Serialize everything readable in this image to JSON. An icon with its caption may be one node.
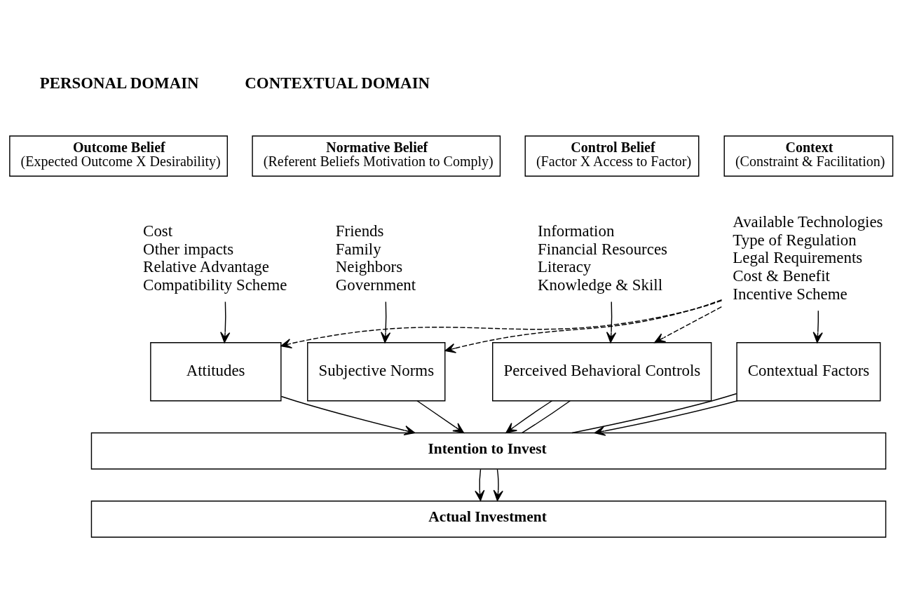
{
  "diagram": {
    "nodes": [
      {
        "text": [
          "Outcome Belief",
          "(Expected Outcome X Desirability)"
        ]
      },
      {
        "text": [
          "Normative Belief",
          "(Referent Beliefs Motivation to Comply)"
        ]
      },
      {
        "text": [
          "Control Belief",
          "(Factor X Access to Factor)"
        ]
      },
      {
        "text": [
          "Context",
          "(Constraint & Facilitation)"
        ]
      },
      {
        "text": [
          "Cost",
          "Other impacts",
          "Relative Advantage",
          "Compatibility Scheme"
        ]
      },
      {
        "text": [
          "Friends",
          "Family",
          "Neighbors",
          "Government"
        ]
      },
      {
        "text": [
          "Information",
          "Financial Resources",
          "Literacy",
          "Knowledge & Skill"
        ]
      },
      {
        "text": [
          "Available Technologies",
          "Type of Regulation",
          "Legal Requirements",
          "Cost & Benefit",
          "Incentive Scheme"
        ]
      },
      {
        "text": [
          "Attitudes"
        ]
      },
      {
        "text": [
          "Subjective Norms"
        ]
      },
      {
        "text": [
          "Perceived Behavioral Controls"
        ]
      },
      {
        "text": [
          "Contextual Factors"
        ]
      },
      {
        "text": [
          "Intention to Invest"
        ]
      },
      {
        "text": [
          "Actual Investment"
        ]
      }
    ],
    "edges": [
      {
        "from": 4,
        "to": 8,
        "arrow": "to"
      },
      {
        "from": 5,
        "to": 9,
        "arrow": "to"
      },
      {
        "from": 6,
        "to": 10,
        "arrow": "to"
      },
      {
        "from": 7,
        "to": 11,
        "arrow": "to"
      },
      {
        "from": 7,
        "to": 8,
        "arrow": "to",
        "style": "dashed"
      },
      {
        "from": 7,
        "to": 9,
        "arrow": "to",
        "style": "dashed"
      },
      {
        "from": 7,
        "to": 10,
        "arrow": "to",
        "style": "dashed"
      },
      {
        "from": 8,
        "to": 12,
        "arrow": "to"
      },
      {
        "from": 9,
        "to": 12,
        "arrow": "to"
      },
      {
        "from": 10,
        "to": 12,
        "arrow": "to"
      },
      {
        "from": 10,
        "to": 12,
        "arrow": "none"
      },
      {
        "from": 11,
        "to": 12,
        "arrow": "none"
      },
      {
        "from": 11,
        "to": 12,
        "arrow": "to"
      },
      {
        "from": 12,
        "to": 13,
        "arrow": "to"
      },
      {
        "from": 12,
        "to": 13,
        "arrow": "to"
      }
    ],
    "labels": [
      "PERSONAL DOMAIN",
      "CONTEXTUAL DOMAIN"
    ]
  }
}
